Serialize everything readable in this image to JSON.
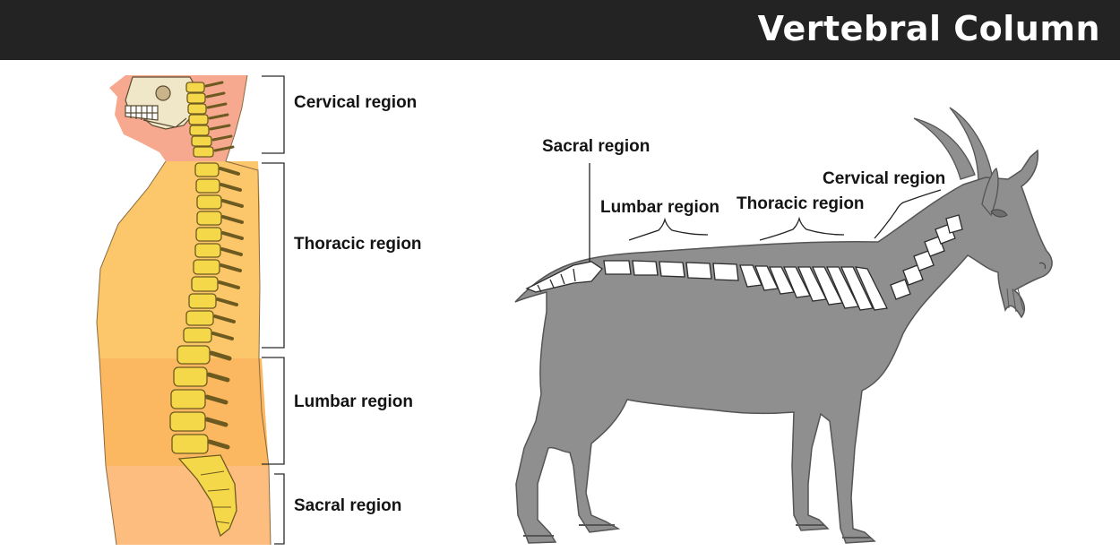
{
  "header": {
    "title": "Vertebral Column"
  },
  "human": {
    "labels": {
      "cervical": "Cervical region",
      "thoracic": "Thoracic region",
      "lumbar": "Lumbar region",
      "sacral": "Sacral region"
    }
  },
  "goat": {
    "labels": {
      "sacral": "Sacral region",
      "lumbar": "Lumbar region",
      "thoracic": "Thoracic region",
      "cervical": "Cervical region"
    }
  },
  "colors": {
    "header_bg": "#232323",
    "cervical_zone": "#f6a98e",
    "thoracic_zone": "#fcc66a",
    "lumbar_zone": "#fcb860",
    "sacral_zone": "#fcbd7e",
    "bone": "#f5d84a",
    "goat_body": "#8f8f8f"
  }
}
